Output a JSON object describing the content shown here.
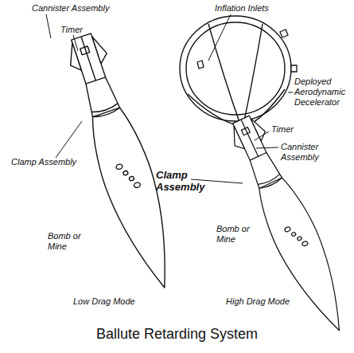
{
  "diagram": {
    "caption": "Ballute Retarding System",
    "labels": [
      "Cannister Assembly",
      "Timer",
      "Clamp Assembly",
      "Bomb or Mine",
      "Low Drag Mode",
      "Inflation Inlets",
      "Deployed Aerodynamic Decelerator",
      "Timer",
      "Cannister Assembly",
      "Clamp Assembly",
      "Bomb or Mine",
      "High Drag Mode"
    ]
  }
}
